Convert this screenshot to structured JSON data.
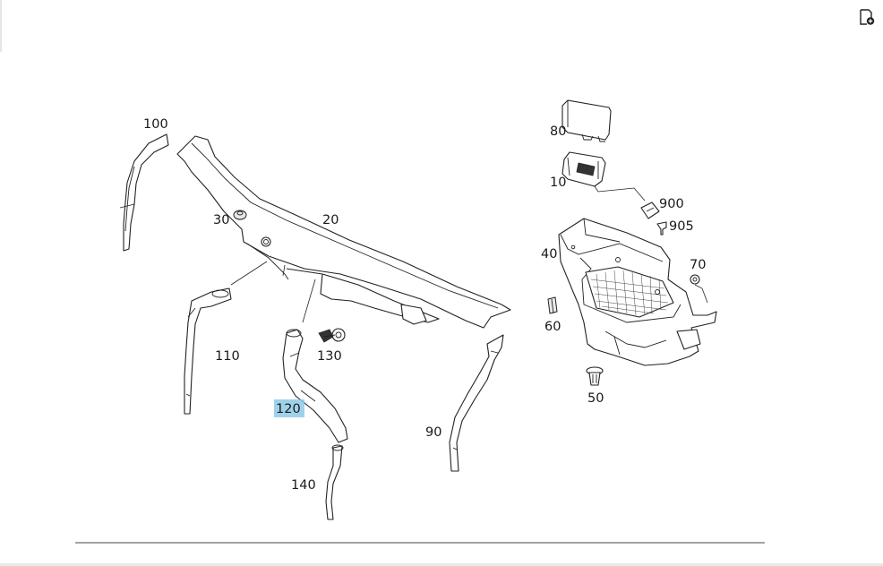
{
  "toolbar": {
    "icon": "add-to-page-icon"
  },
  "parts": [
    {
      "id": "100",
      "label": "100",
      "highlighted": false
    },
    {
      "id": "30",
      "label": "30",
      "highlighted": false
    },
    {
      "id": "20",
      "label": "20",
      "highlighted": false
    },
    {
      "id": "110",
      "label": "110",
      "highlighted": false
    },
    {
      "id": "130",
      "label": "130",
      "highlighted": false
    },
    {
      "id": "120",
      "label": "120",
      "highlighted": true
    },
    {
      "id": "140",
      "label": "140",
      "highlighted": false
    },
    {
      "id": "90",
      "label": "90",
      "highlighted": false
    },
    {
      "id": "80",
      "label": "80",
      "highlighted": false
    },
    {
      "id": "10",
      "label": "10",
      "highlighted": false
    },
    {
      "id": "900",
      "label": "900",
      "highlighted": false
    },
    {
      "id": "905",
      "label": "905",
      "highlighted": false
    },
    {
      "id": "40",
      "label": "40",
      "highlighted": false
    },
    {
      "id": "70",
      "label": "70",
      "highlighted": false
    },
    {
      "id": "60",
      "label": "60",
      "highlighted": false
    },
    {
      "id": "50",
      "label": "50",
      "highlighted": false
    }
  ],
  "colors": {
    "highlight": "#8ecae6",
    "line": "#222222",
    "text": "#1a1a1a"
  }
}
